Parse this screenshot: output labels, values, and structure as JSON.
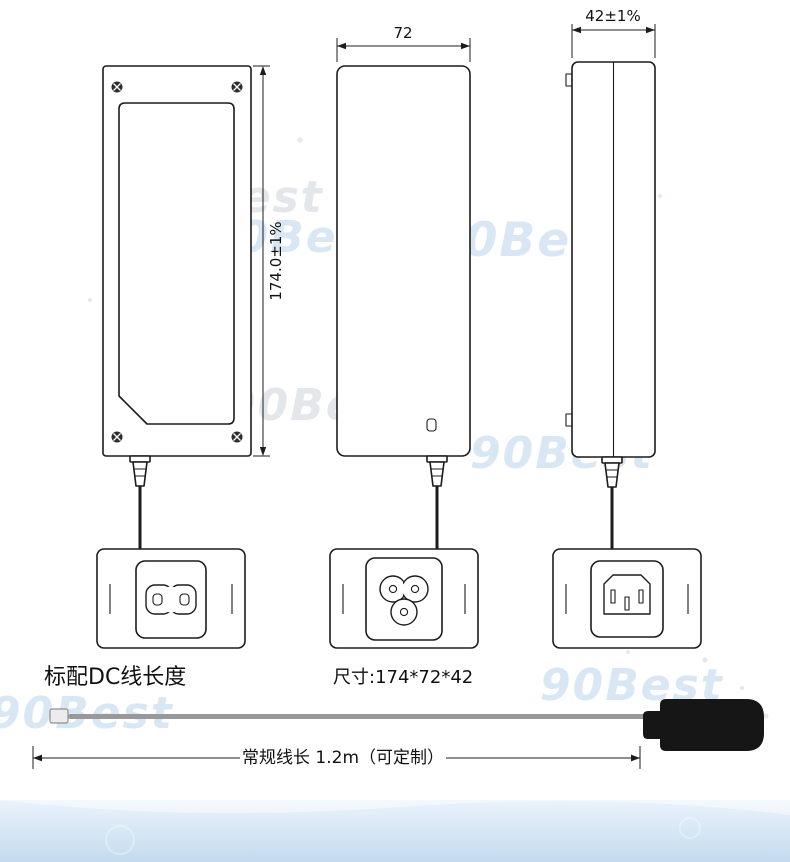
{
  "watermark": {
    "text": "90Best"
  },
  "dimensions": {
    "height": "174.0±1%",
    "width": "72",
    "depth": "42±1%"
  },
  "captions": {
    "dc_cable_title": "标配DC线长度",
    "size": "尺寸:174*72*42",
    "cable_length": "常规线长 1.2m（可定制）"
  }
}
